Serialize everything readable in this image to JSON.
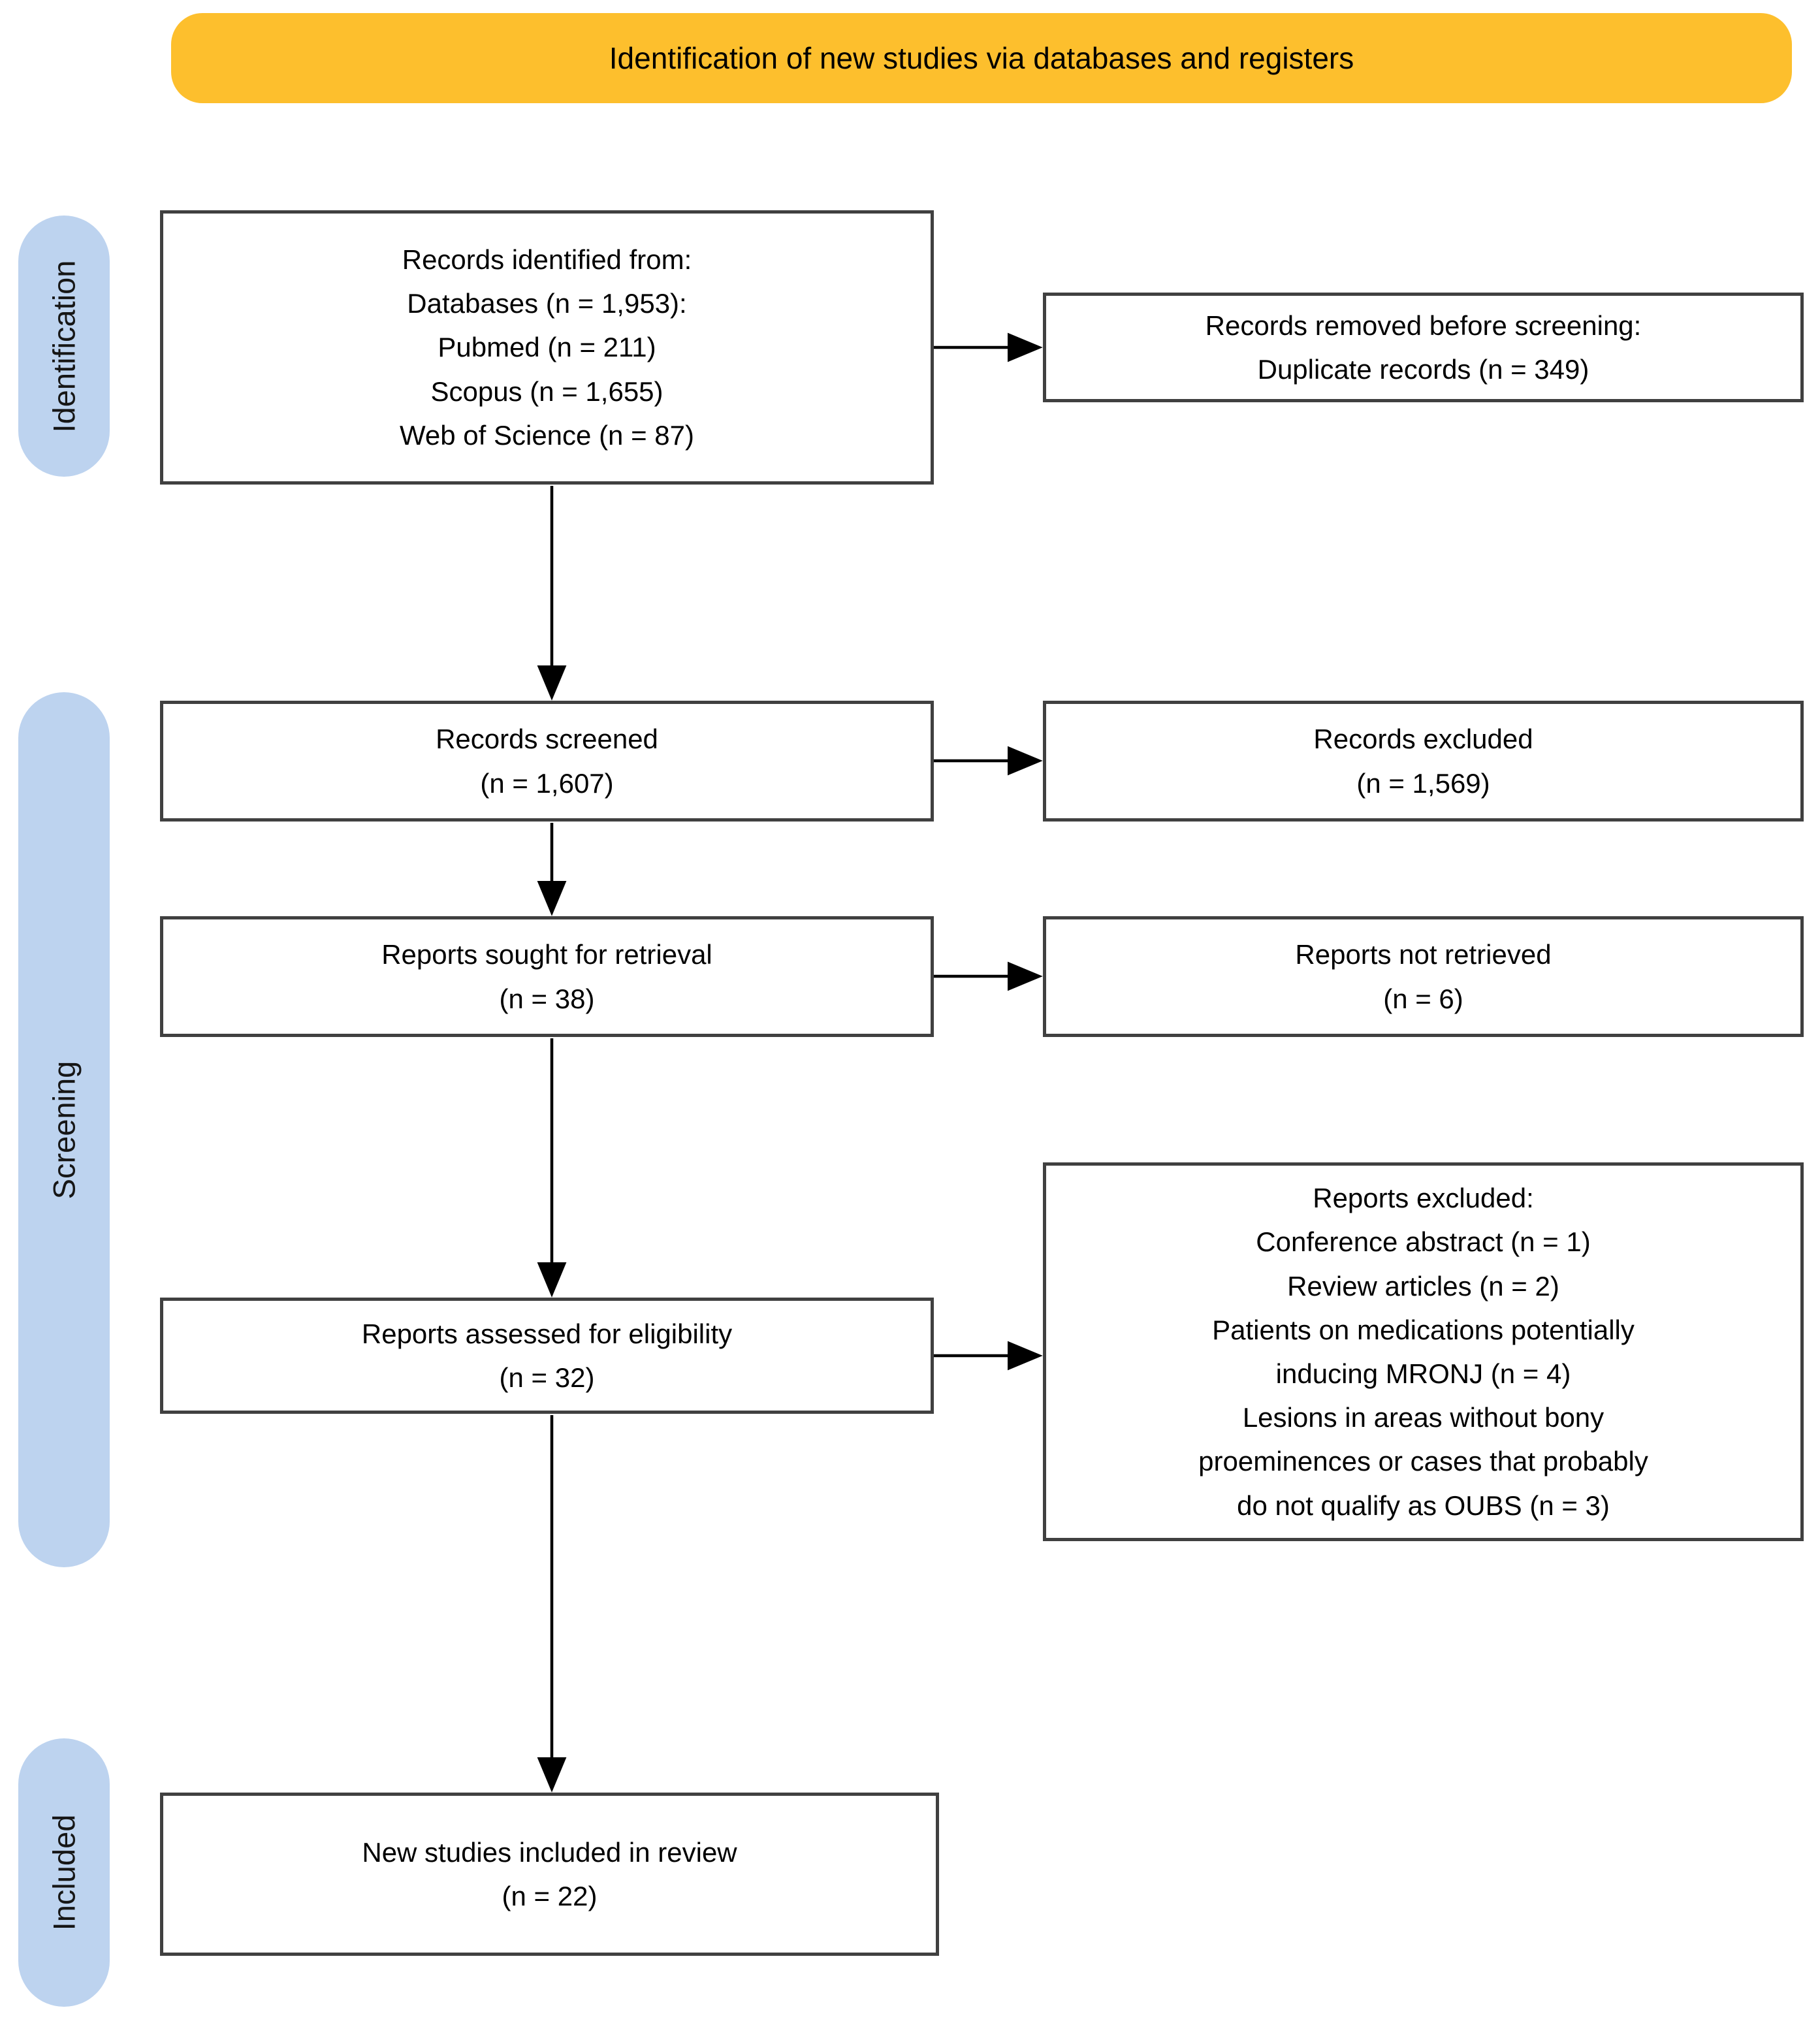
{
  "figure": {
    "banner": "Identification of new studies via databases and registers"
  },
  "stages": {
    "identification": "Identification",
    "screening": "Screening",
    "included": "Included"
  },
  "boxes": {
    "records_identified": "Records identified from:\nDatabases (n = 1,953):\nPubmed (n = 211)\nScopus (n = 1,655)\nWeb of Science (n = 87)",
    "records_removed": "Records removed before screening:\nDuplicate records (n = 349)",
    "records_screened": "Records screened\n(n = 1,607)",
    "records_excluded": "Records excluded\n(n = 1,569)",
    "reports_sought": "Reports sought for retrieval\n(n = 38)",
    "reports_not_retrieved": "Reports not retrieved\n(n = 6)",
    "reports_assessed": "Reports assessed for eligibility\n(n = 32)",
    "reports_excluded": "Reports excluded:\nConference abstract (n = 1)\nReview articles (n = 2)\nPatients on medications potentially\ninducing MRONJ (n = 4)\nLesions in areas without bony\nproeminences or cases that probably\ndo not qualify as OUBS (n = 3)",
    "new_studies": "New studies included in review\n(n = 22)"
  },
  "colors": {
    "banner-bg": "#FDBF2D",
    "stage-bg": "#BDD3EF",
    "box-border": "#404040",
    "arrow": "#000000",
    "text": "#000000"
  }
}
